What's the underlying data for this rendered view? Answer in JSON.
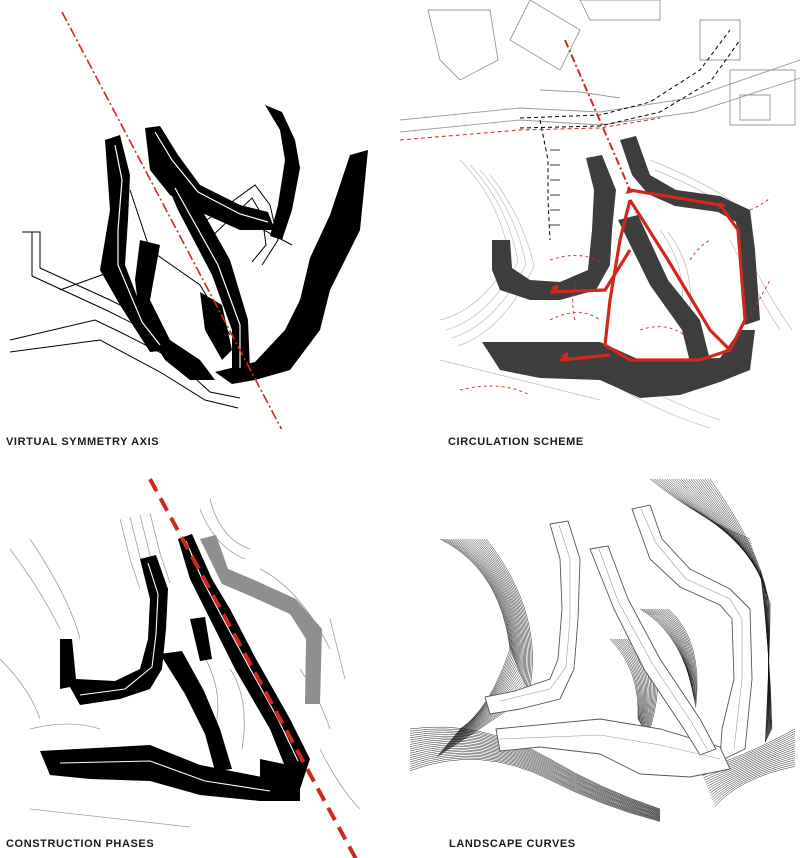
{
  "panels": [
    {
      "caption": "VIRTUAL SYMMETRY AXIS"
    },
    {
      "caption": "CIRCULATION SCHEME"
    },
    {
      "caption": "CONSTRUCTION PHASES"
    },
    {
      "caption": "LANDSCAPE CURVES"
    }
  ],
  "colors": {
    "ink": "#000000",
    "accent_red": "#d1281e",
    "dark_grey": "#3d3d3d",
    "mid_grey": "#8f8f8f",
    "line_grey": "#bcbcbc"
  }
}
